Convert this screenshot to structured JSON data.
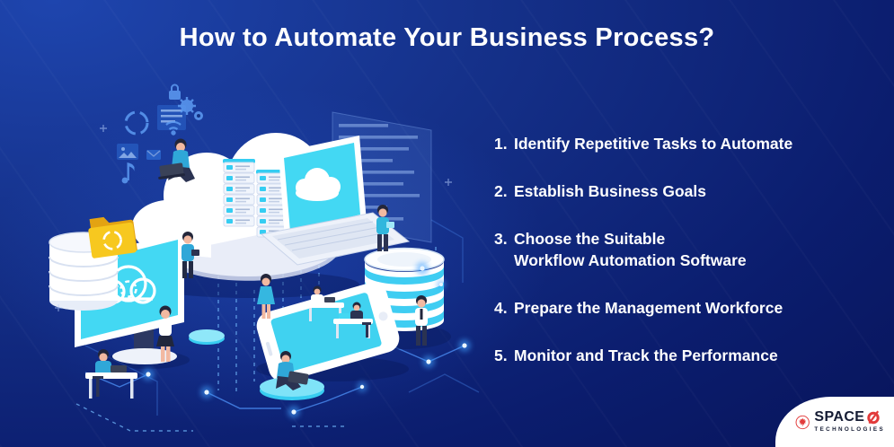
{
  "title": "How to Automate Your Business Process?",
  "steps": [
    {
      "num": "1.",
      "line1": "Identify Repetitive Tasks to Automate"
    },
    {
      "num": "2.",
      "line1": "Establish Business Goals"
    },
    {
      "num": "3.",
      "line1": "Choose the Suitable",
      "line2": "Workflow Automation Software"
    },
    {
      "num": "4.",
      "line1": "Prepare the Management Workforce"
    },
    {
      "num": "5.",
      "line1": "Monitor and Track the Performance"
    }
  ],
  "logo": {
    "brand": "SPACE",
    "sub": "TECHNOLOGIES"
  },
  "illustration_icons": [
    "cloud-server-icon",
    "laptop-icon",
    "monitor-icon",
    "database-icon",
    "folder-sync-icon",
    "smartphone-icon",
    "code-panel-icon",
    "gear-icon",
    "lock-icon",
    "wifi-icon",
    "music-note-icon",
    "image-icon",
    "refresh-icon",
    "circuit-glow-dots"
  ],
  "colors": {
    "background_light": "#1e45ae",
    "background_dark": "#060f4e",
    "accent_cyan": "#41d7f2",
    "circuit_blue": "#4a8cf2",
    "folder_yellow": "#f7c81f",
    "logo_red": "#e23b3b",
    "text": "#ffffff"
  }
}
